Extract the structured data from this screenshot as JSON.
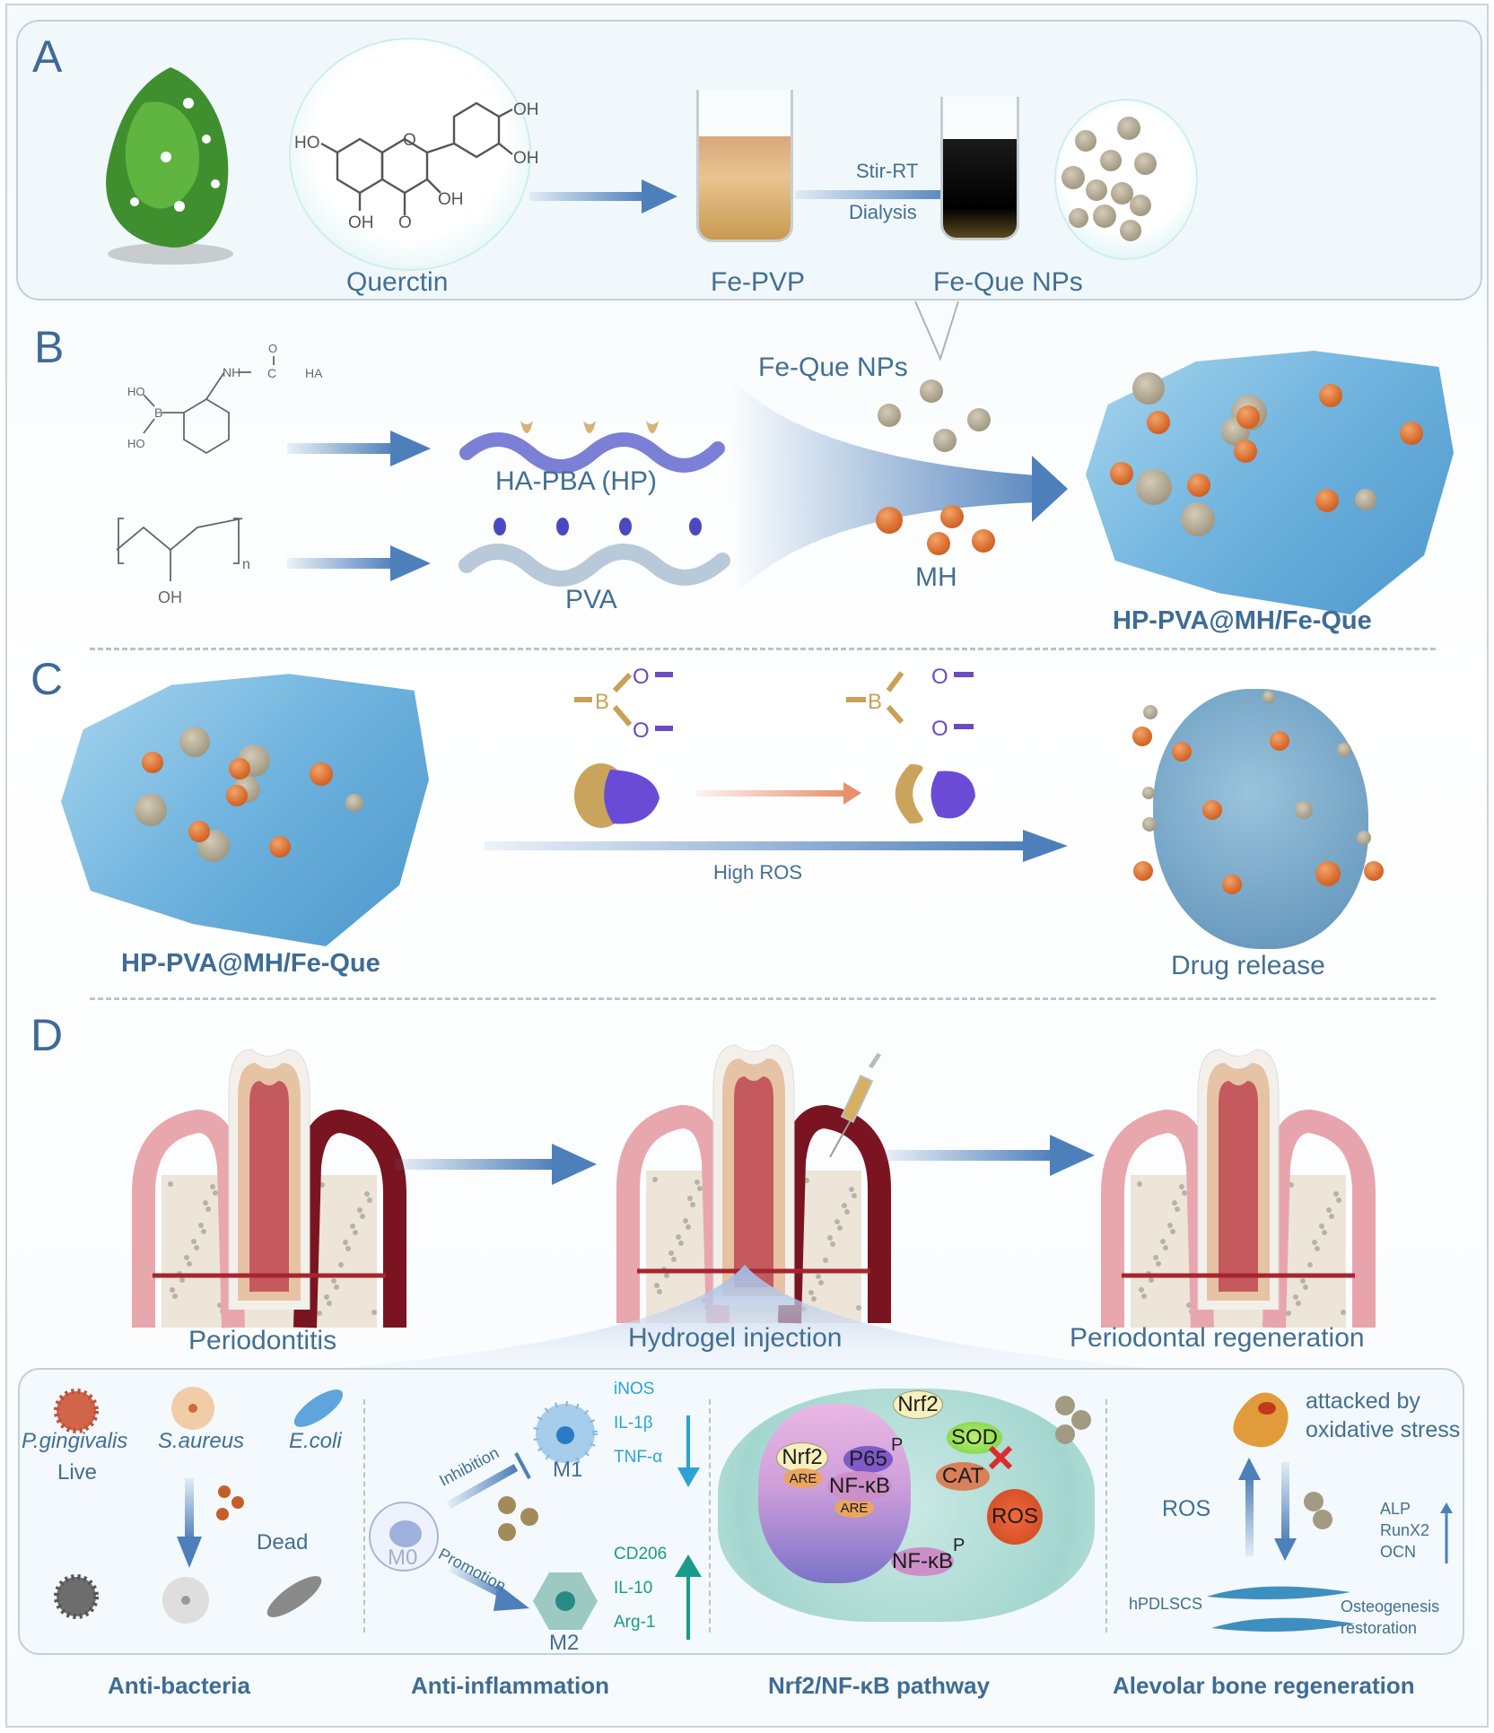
{
  "panels": {
    "a": {
      "letter": "A",
      "quercetin_label": "Querctin",
      "chem_groups": [
        "OH",
        "OH",
        "HO",
        "OH",
        "OH",
        "O",
        "O"
      ],
      "fe_pvp_label": "Fe-PVP",
      "step_top": "Stir-RT",
      "step_bottom": "Dialysis",
      "fe_que_label": "Fe-Que NPs"
    },
    "b": {
      "letter": "B",
      "pba_groups": {
        "carbonyl_o": "O",
        "amide": "NH",
        "carbon": "C",
        "ha": "HA",
        "ho1": "HO",
        "ho2": "HO",
        "boron": "B"
      },
      "pva_groups": {
        "n": "n",
        "oh": "OH"
      },
      "hp_label": "HA-PBA (HP)",
      "pva_label": "PVA",
      "fe_que_label": "Fe-Que NPs",
      "mh_label": "MH",
      "product_label": "HP-PVA@MH/Fe-Que"
    },
    "c": {
      "letter": "C",
      "gel_label": "HP-PVA@MH/Fe-Que",
      "bond_b": "B",
      "bond_o": "O",
      "trigger_label": "High ROS",
      "release_label": "Drug release"
    },
    "d": {
      "letter": "D",
      "stage1": "Periodontitis",
      "stage2": "Hydrogel injection",
      "stage3": "Periodontal regeneration",
      "antibacteria": {
        "title": "Anti-bacteria",
        "species": [
          "P.gingivalis",
          "S.aureus",
          "E.coli"
        ],
        "live": "Live",
        "dead": "Dead"
      },
      "antiinflammation": {
        "title": "Anti-inflammation",
        "m0": "M0",
        "m1": "M1",
        "m2": "M2",
        "inhibition": "Inhibition",
        "promotion": "Promotion",
        "down_markers": [
          "iNOS",
          "IL-1β",
          "TNF-α"
        ],
        "up_markers": [
          "CD206",
          "IL-10",
          "Arg-1"
        ]
      },
      "pathway": {
        "title": "Nrf2/NF-κB pathway",
        "nrf2_cyto": "Nrf2",
        "nrf2_nuc": "Nrf2",
        "are1": "ARE",
        "are2": "ARE",
        "p65": "P65",
        "p_mark": "P",
        "nfkb_nuc": "NF-κB",
        "sod": "SOD",
        "cat": "CAT",
        "ros": "ROS",
        "nfkb_cyto": "NF-κB",
        "p_mark2": "P"
      },
      "bone": {
        "title": "Alevolar bone regeneration",
        "stress": [
          "attacked by",
          "oxidative stress"
        ],
        "ros": "ROS",
        "markers": [
          "ALP",
          "RunX2",
          "OCN"
        ],
        "cells": "hPDLSCS",
        "outcome": [
          "Osteogenesis",
          "restoration"
        ]
      }
    }
  },
  "colors": {
    "label_blue": "#426f93",
    "arrow_blue": "#4d7fba",
    "mh_orange": "#d86a2c",
    "np_tan": "#a39a84",
    "gel_blue": "#6fb3de",
    "teal_up": "#1a9a8a",
    "cyan_down": "#2aa3d6"
  }
}
